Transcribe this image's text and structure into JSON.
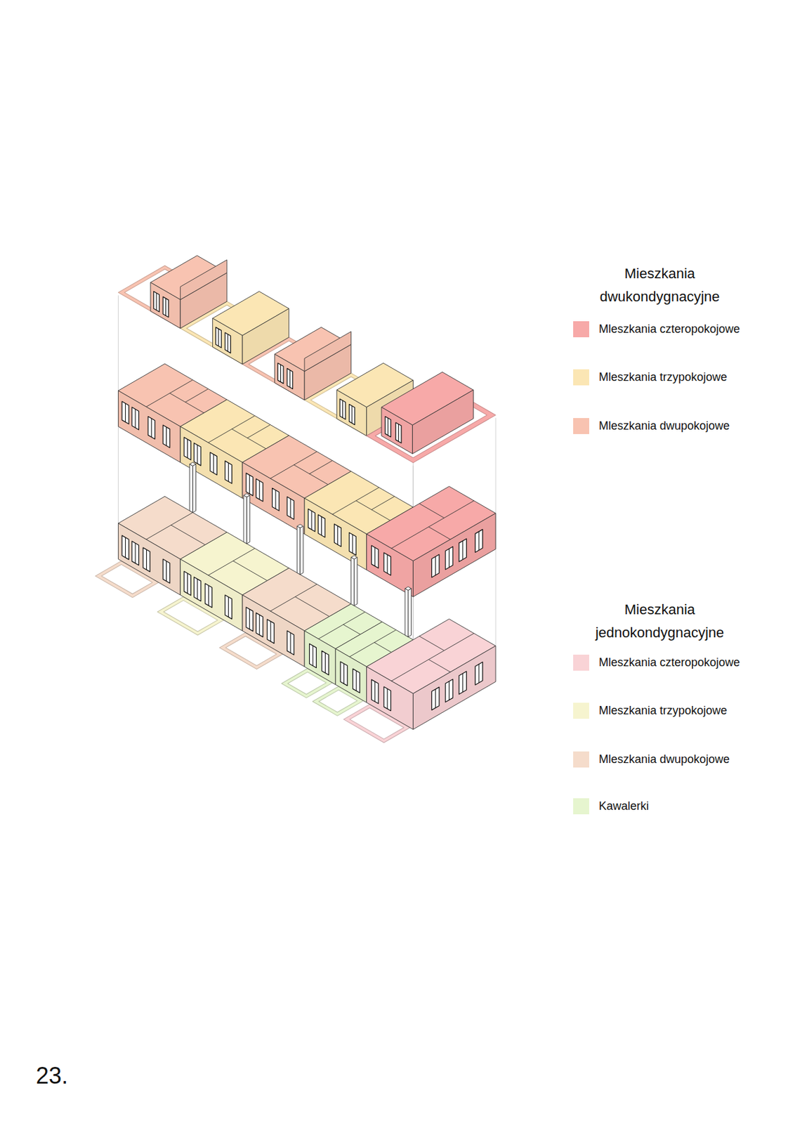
{
  "diagram": {
    "labels": [
      "Mieszkania dwukondygnacyjne",
      "Mieszkania jednokondygnacyjne",
      "23."
    ],
    "legend": [
      {
        "text": "Mleszkania czteropokojowe",
        "color": "#f7a9a8"
      },
      {
        "text": "Mleszkania trzypokojowe",
        "color": "#fbe6b4"
      },
      {
        "text": "Mleszkania dwupokojowe",
        "color": "#f8c3b1"
      },
      {
        "text": "Mleszkania czteropokojowe",
        "color": "#f9d3d6"
      },
      {
        "text": "Mleszkania trzypokojowe",
        "color": "#f6f4cf"
      },
      {
        "text": "Mleszkania dwupokojowe",
        "color": "#f5dccb"
      },
      {
        "text": "Kawalerki",
        "color": "#e6f5cf"
      }
    ]
  }
}
